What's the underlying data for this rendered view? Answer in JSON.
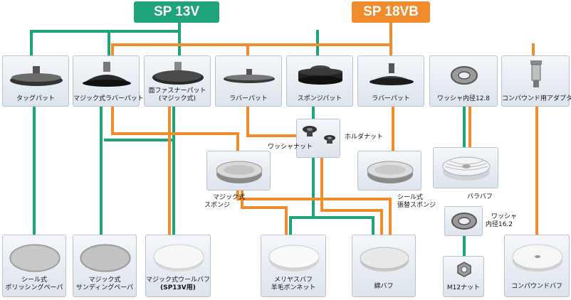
{
  "headers": {
    "sp13v": "SP 13V",
    "sp18vb": "SP 18VB"
  },
  "colors": {
    "sp13v": "#1fa37a",
    "sp18vb": "#f08c2c",
    "node_border": "#b8c3ce"
  },
  "pads": {
    "tag_pad": "タッグパット",
    "magic_rubber_pad": "マジック式ラバーパット",
    "fastener_pad_line1": "面ファスナーパット",
    "fastener_pad_line2": "(マジック式)",
    "rubber_pad_1": "ラバーパット",
    "sponge_pad": "スポンジパット",
    "rubber_pad_2": "ラバーパット",
    "washer_12_8": "ワッシャ内径12.8",
    "compound_adapter": "コンパウンド用アダプタ"
  },
  "middle": {
    "washer_nut": "ワッシャナット",
    "holder_nut": "ホルダナット",
    "magic_sponge_line1": "マジック式",
    "magic_sponge_line2": "スポンジ",
    "seal_sponge_line1": "シール式",
    "seal_sponge_line2": "張替スポンジ",
    "bara_buff": "バラバフ",
    "washer_16_2_line1": "ワッシャ",
    "washer_16_2_line2": "内径16.2"
  },
  "bottom": {
    "seal_paper_line1": "シール式",
    "seal_paper_line2": "ポリッシングペーパ",
    "magic_paper_line1": "マジック式",
    "magic_paper_line2": "サンディングペーパ",
    "wool_buff_line1": "マジック式ウールバフ",
    "wool_buff_line2": "(SP13V用)",
    "meriyasu_line1": "メリヤスバフ",
    "meriyasu_line2": "羊毛ボンネット",
    "cotton_buff": "綿バフ",
    "m12_nut": "M12ナット",
    "compound_buff": "コンパウンドバフ"
  }
}
